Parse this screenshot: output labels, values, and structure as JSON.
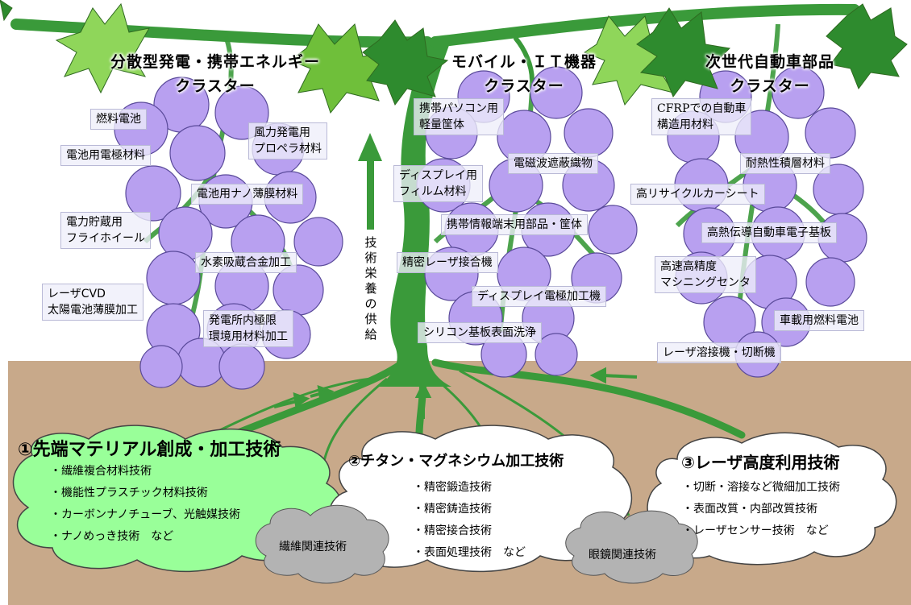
{
  "clusters": [
    {
      "title_line1": "分散型発電・携帯エネルギー",
      "title_line2": "クラスター",
      "items": [
        "燃料電池",
        "電池用電極材料",
        "風力発電用\nプロペラ材料",
        "電池用ナノ薄膜材料",
        "電力貯蔵用\nフライホイール",
        "水素吸蔵合金加工",
        "レーザCVD\n太陽電池薄膜加工",
        "発電所内極限\n環境用材料加工"
      ]
    },
    {
      "title_line1": "モバイル・ＩＴ機器",
      "title_line2": "クラスター",
      "items": [
        "携帯パソコン用\n軽量筐体",
        "電磁波遮蔽織物",
        "ディスプレイ用\nフィルム材料",
        "携帯情報端末用部品・筐体",
        "精密レーザ接合機",
        "ディスプレイ電極加工機",
        "シリコン基板表面洗浄"
      ]
    },
    {
      "title_line1": "次世代自動車部品",
      "title_line2": "クラスター",
      "items": [
        "CFRPでの自動車\n構造用材料",
        "耐熱性積層材料",
        "高リサイクルカーシート",
        "高熱伝導自動車電子基板",
        "高速高精度\nマシニングセンタ",
        "車載用燃料電池",
        "レーザ溶接機・切断機"
      ]
    }
  ],
  "trunk_label": "技術栄養の供給",
  "roots": [
    {
      "title": "①先端マテリアル創成・加工技術",
      "bullets": [
        "・繊維複合材料技術",
        "・機能性プラスチック材料技術",
        "・カーボンナノチューブ、光触媒技術",
        "・ナノめっき技術　など"
      ]
    },
    {
      "title": "②チタン・マグネシウム加工技術",
      "bullets": [
        "・精密鍛造技術",
        "・精密鋳造技術",
        "・精密接合技術",
        "・表面処理技術　など"
      ]
    },
    {
      "title": "③レーザ高度利用技術",
      "bullets": [
        "・切断・溶接など微細加工技術",
        "・表面改質・内部改質技術",
        "・レーザセンサー技術　など"
      ]
    }
  ],
  "side_clouds": [
    "繊維関連技術",
    "眼鏡関連技術"
  ],
  "colors": {
    "vine": "#3a9a3a",
    "grape": "#b8a0f0",
    "grape_stroke": "#5a4a9a",
    "soil": "#c8a98a",
    "leaf": "#6fbf3a",
    "root_cloud_1": "#99ff99",
    "side_cloud": "#b3b3b3"
  }
}
